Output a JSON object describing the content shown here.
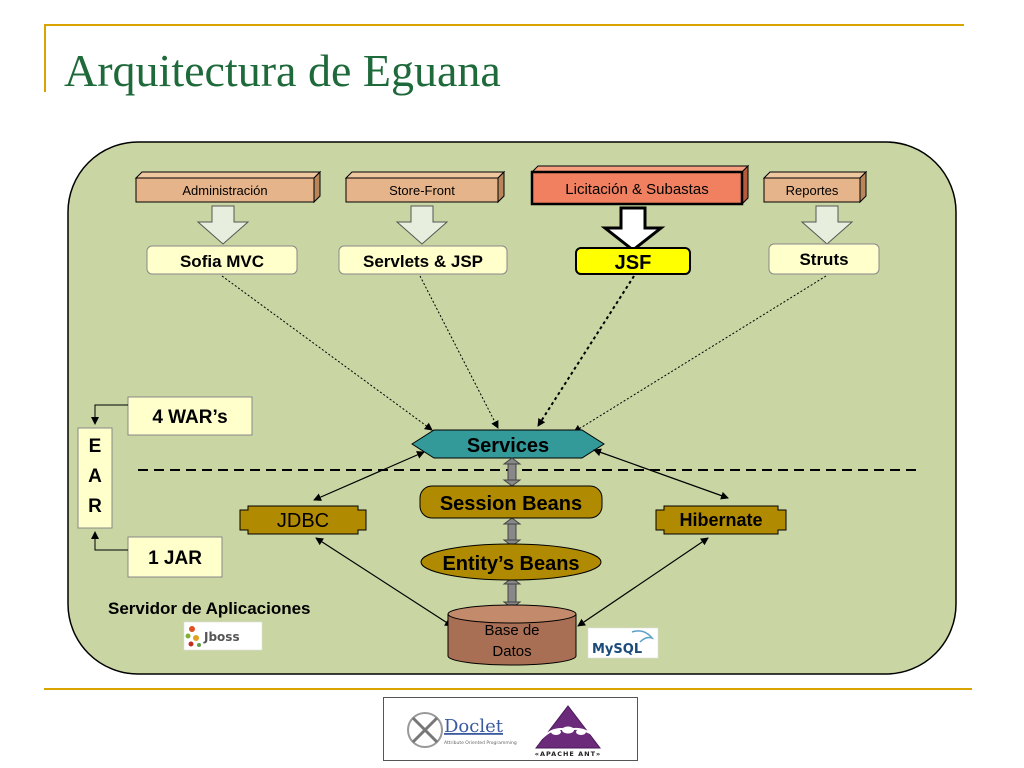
{
  "title": "Arquitectura de Eguana",
  "colors": {
    "panel": "#c9d6a3",
    "top_box": "#e6b48a",
    "highlight_box": "#f08060",
    "framework": "#ffffcc",
    "jsf": "#ffff00",
    "services": "#339999",
    "beans": "#b08a00",
    "db": "#a86f54",
    "accent_line": "#d9a300"
  },
  "sources": [
    {
      "label": "Administración",
      "highlight": false
    },
    {
      "label": "Store-Front",
      "highlight": false
    },
    {
      "label": "Licitación & Subastas",
      "highlight": true
    },
    {
      "label": "Reportes",
      "highlight": false
    }
  ],
  "frameworks": [
    {
      "label": "Sofia MVC"
    },
    {
      "label": "Servlets & JSP"
    },
    {
      "label": "JSF"
    },
    {
      "label": "Struts"
    }
  ],
  "packaging": {
    "wars": "4 WAR’s",
    "jar": "1 JAR",
    "ear_letters": [
      "E",
      "A",
      "R"
    ]
  },
  "services": "Services",
  "session_beans": "Session Beans",
  "entity_beans": "Entity’s Beans",
  "jdbc": "JDBC",
  "hibernate": "Hibernate",
  "database": {
    "line1": "Base de",
    "line2": "Datos"
  },
  "server_label": "Servidor de Aplicaciones",
  "logos": {
    "jboss": "JBoss",
    "mysql": "MySQL",
    "xdoclet": "XDoclet",
    "xdoclet_tagline": "Attribute Oriented Programming",
    "ant": "«APACHE ANT»"
  }
}
